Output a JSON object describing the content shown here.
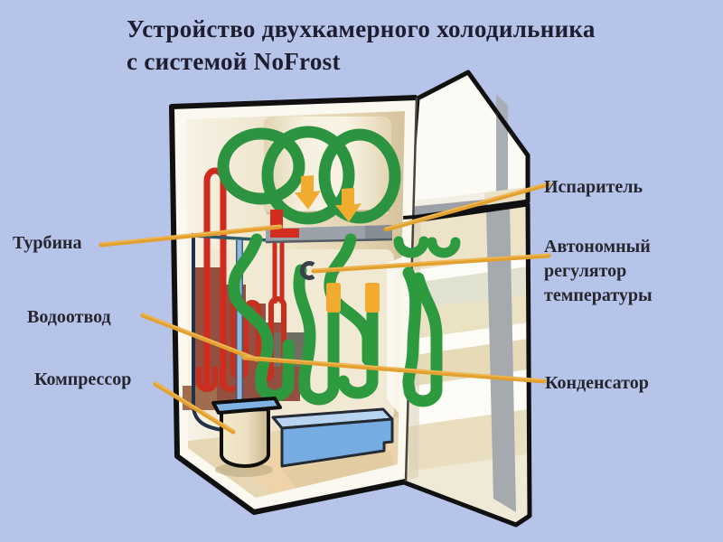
{
  "title": {
    "line1": "Устройство двухкамерного холодильника",
    "line2": "с системой NoFrost"
  },
  "labels": {
    "turbine": "Турбина",
    "water_drain": "Водоотвод",
    "compressor": "Компрессор",
    "evaporator": "Испаритель",
    "temperature_regulator": "Автономный регулятор температуры",
    "condenser": "Конденсатор"
  },
  "colors": {
    "background": "#b6c4e9",
    "leader_line": "#e2a02f",
    "airflow_green": "#2c9440",
    "arrow_yellow": "#f1ac30",
    "pipe_red": "#d02b1e",
    "water_blue": "#79ade1",
    "evaporator_plate_gray": "#9aa1a8",
    "title_text": "#1e1e30"
  }
}
